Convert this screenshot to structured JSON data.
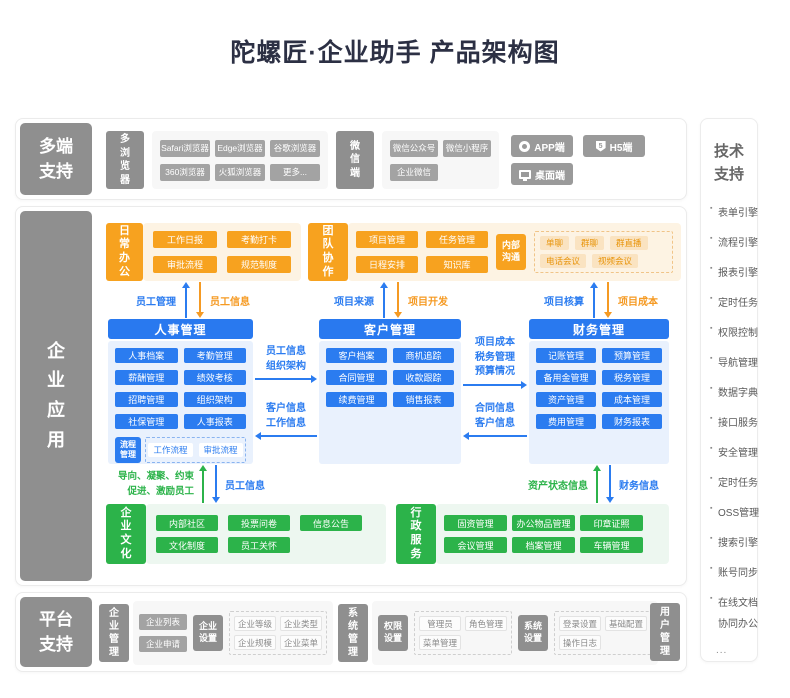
{
  "title": "陀螺匠·企业助手 产品架构图",
  "multi_terminal": {
    "label": "多端支持",
    "browsers": {
      "label": "多浏览器",
      "items": [
        "Safari浏览器",
        "Edge浏览器",
        "谷歌浏览器",
        "360浏览器",
        "火狐浏览器",
        "更多..."
      ]
    },
    "wechat": {
      "label": "微信端",
      "items": [
        "微信公众号",
        "微信小程序",
        "企业微信"
      ]
    },
    "endpoints": {
      "app": "APP端",
      "h5": "H5端",
      "desktop": "桌面端"
    }
  },
  "enterprise": {
    "label": "企业应用",
    "daily": {
      "label": "日常办公",
      "items": [
        "工作日报",
        "考勤打卡",
        "审批流程",
        "规范制度"
      ]
    },
    "team": {
      "label": "团队协作",
      "items": [
        "项目管理",
        "任务管理",
        "日程安排",
        "知识库"
      ]
    },
    "comm": {
      "label": "内部沟通",
      "items": [
        "单聊",
        "群聊",
        "群直播",
        "电话会议",
        "视频会议"
      ]
    },
    "arrows_top": {
      "a1_up": "员工管理",
      "a1_down": "员工信息",
      "a2_up": "项目来源",
      "a2_down": "项目开发",
      "a3_up": "项目核算",
      "a3_down": "项目成本"
    },
    "hr": {
      "title": "人事管理",
      "items": [
        "人事档案",
        "考勤管理",
        "薪酬管理",
        "绩效考核",
        "招聘管理",
        "组织架构",
        "社保管理",
        "人事报表"
      ],
      "flow_label": "流程管理",
      "flow_items": [
        "工作流程",
        "审批流程"
      ]
    },
    "crm": {
      "title": "客户管理",
      "items": [
        "客户档案",
        "商机追踪",
        "合同管理",
        "收款跟踪",
        "续费管理",
        "销售报表"
      ]
    },
    "fin": {
      "title": "财务管理",
      "items": [
        "记账管理",
        "预算管理",
        "备用金管理",
        "税务管理",
        "资产管理",
        "成本管理",
        "费用管理",
        "财务报表"
      ]
    },
    "harrows": {
      "hr_to_crm": [
        "员工信息",
        "组织架构"
      ],
      "crm_to_hr": [
        "客户信息",
        "工作信息"
      ],
      "crm_to_fin": [
        "项目成本",
        "税务管理",
        "预算情况"
      ],
      "fin_to_crm": [
        "合同信息",
        "客户信息"
      ]
    },
    "arrows_bottom": {
      "culture_up1": "导向、凝聚、约束",
      "culture_up2": "促进、激励员工",
      "culture_down": "员工信息",
      "admin_up": "资产状态信息",
      "admin_down": "财务信息"
    },
    "culture": {
      "label": "企业文化",
      "items": [
        "内部社区",
        "投票问卷",
        "信息公告",
        "文化制度",
        "员工关怀"
      ]
    },
    "admin": {
      "label": "行政服务",
      "items": [
        "固资管理",
        "办公物品管理",
        "印章证照",
        "会议管理",
        "档案管理",
        "车辆管理"
      ]
    }
  },
  "platform": {
    "label": "平台支持",
    "ent": {
      "label": "企业管理",
      "items": [
        "企业列表",
        "企业申请"
      ],
      "settings_label": "企业设置",
      "settings": [
        "企业等级",
        "企业类型",
        "企业规模",
        "企业菜单"
      ]
    },
    "sys": {
      "label": "系统管理",
      "perm_label": "权限设置",
      "perm": [
        "管理员",
        "角色管理",
        "菜单管理"
      ],
      "set_label": "系统设置",
      "set": [
        "登录设置",
        "基础配置",
        "操作日志"
      ]
    },
    "user_label": "用户管理"
  },
  "tech": {
    "label": "技术支持",
    "items": [
      "表单引擎",
      "流程引擎",
      "报表引擎",
      "定时任务",
      "权限控制",
      "导航管理",
      "数据字典",
      "接口服务",
      "安全管理",
      "定时任务",
      "OSS管理",
      "搜索引擎",
      "账号同步",
      "在线文档"
    ],
    "item_last_line2": "协同办公",
    "more": "..."
  },
  "icons": {
    "app": "circle-badge-icon",
    "h5": "h5-shield-icon",
    "desktop": "desktop-monitor-icon"
  },
  "colors": {
    "blue": "#2b7cf0",
    "orange": "#f7a21f",
    "green": "#2cb34a",
    "gray": "#8f8f8f"
  }
}
